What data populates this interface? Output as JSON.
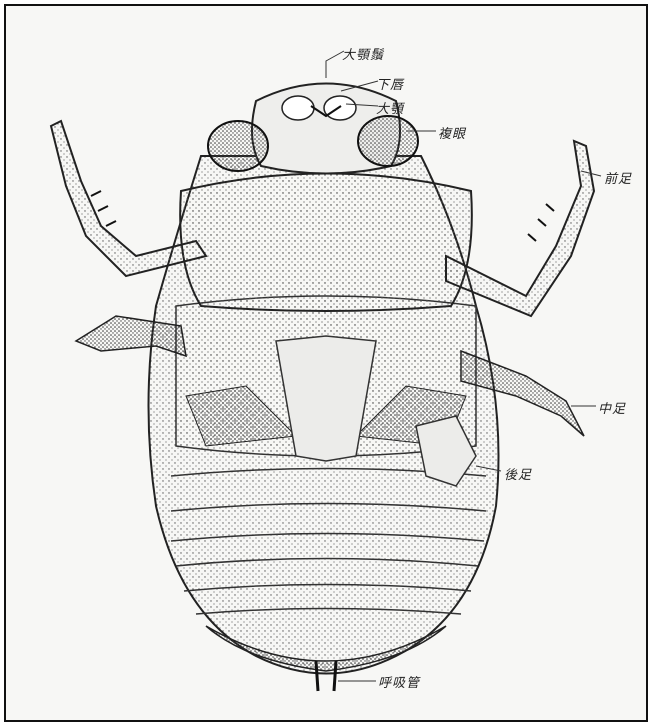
{
  "figure": {
    "labels": {
      "upper_lip": "大顎鬚",
      "lower_lip": "下唇",
      "mandible": "大顎",
      "compound_eye": "複眼",
      "fore_leg": "前足",
      "mid_leg": "中足",
      "hind_leg": "後足",
      "breathing_tube": "呼吸管"
    },
    "colors": {
      "paper": "#f7f7f5",
      "ink": "#222222",
      "shade": "#5a5a5a"
    }
  }
}
